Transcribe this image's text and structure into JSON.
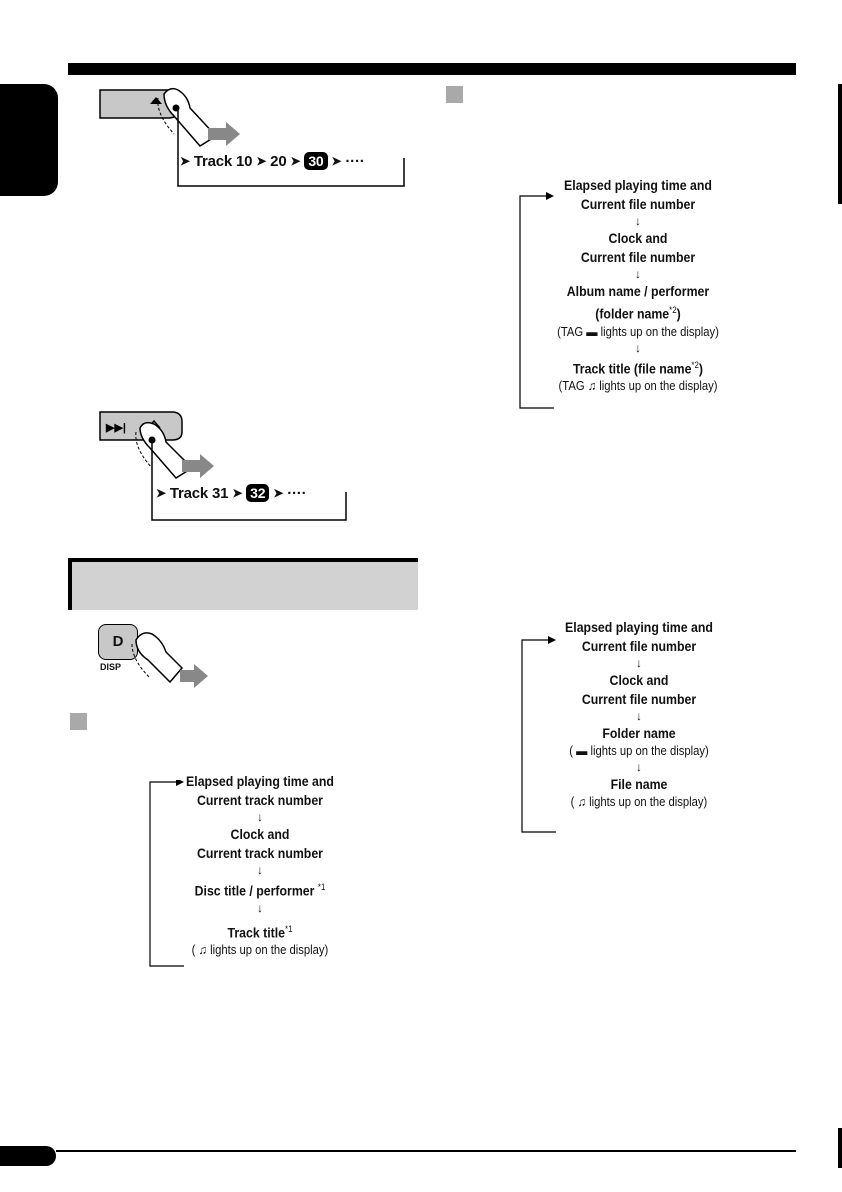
{
  "ctrl_top": {
    "seq": [
      "Track 10",
      "20",
      "30",
      "····"
    ]
  },
  "ctrl_mid": {
    "seq": [
      "Track 31",
      "32",
      "····"
    ]
  },
  "disp_button": {
    "label": "D",
    "caption": "DISP"
  },
  "cd_flow": {
    "line1a": "Elapsed playing time and",
    "line1b": "Current track number",
    "line2a": "Clock and",
    "line2b": "Current track number",
    "line3": "Disc title / performer",
    "line3_note": "*1",
    "line4": "Track title",
    "line4_note": "*1",
    "line4_sub": "( ♫ lights up on the display)"
  },
  "mp3_flow": {
    "line1a": "Elapsed playing time and",
    "line1b": "Current file number",
    "line2a": "Clock and",
    "line2b": "Current file number",
    "line3a": "Album name / performer",
    "line3b": "(folder name",
    "line3b_note": "*2",
    "line3b_end": ")",
    "line3_sub": "(TAG ▬ lights up on the display)",
    "line4": "Track title (file name",
    "line4_note": "*2",
    "line4_end": ")",
    "line4_sub": "(TAG ♫ lights up on the display)"
  },
  "wma_flow": {
    "line1a": "Elapsed playing time and",
    "line1b": "Current file number",
    "line2a": "Clock and",
    "line2b": "Current file number",
    "line3": "Folder name",
    "line3_sub": "( ▬ lights up on the display)",
    "line4": "File name",
    "line4_sub": "( ♫ lights up on the display)"
  },
  "flow_arrow": "↓"
}
